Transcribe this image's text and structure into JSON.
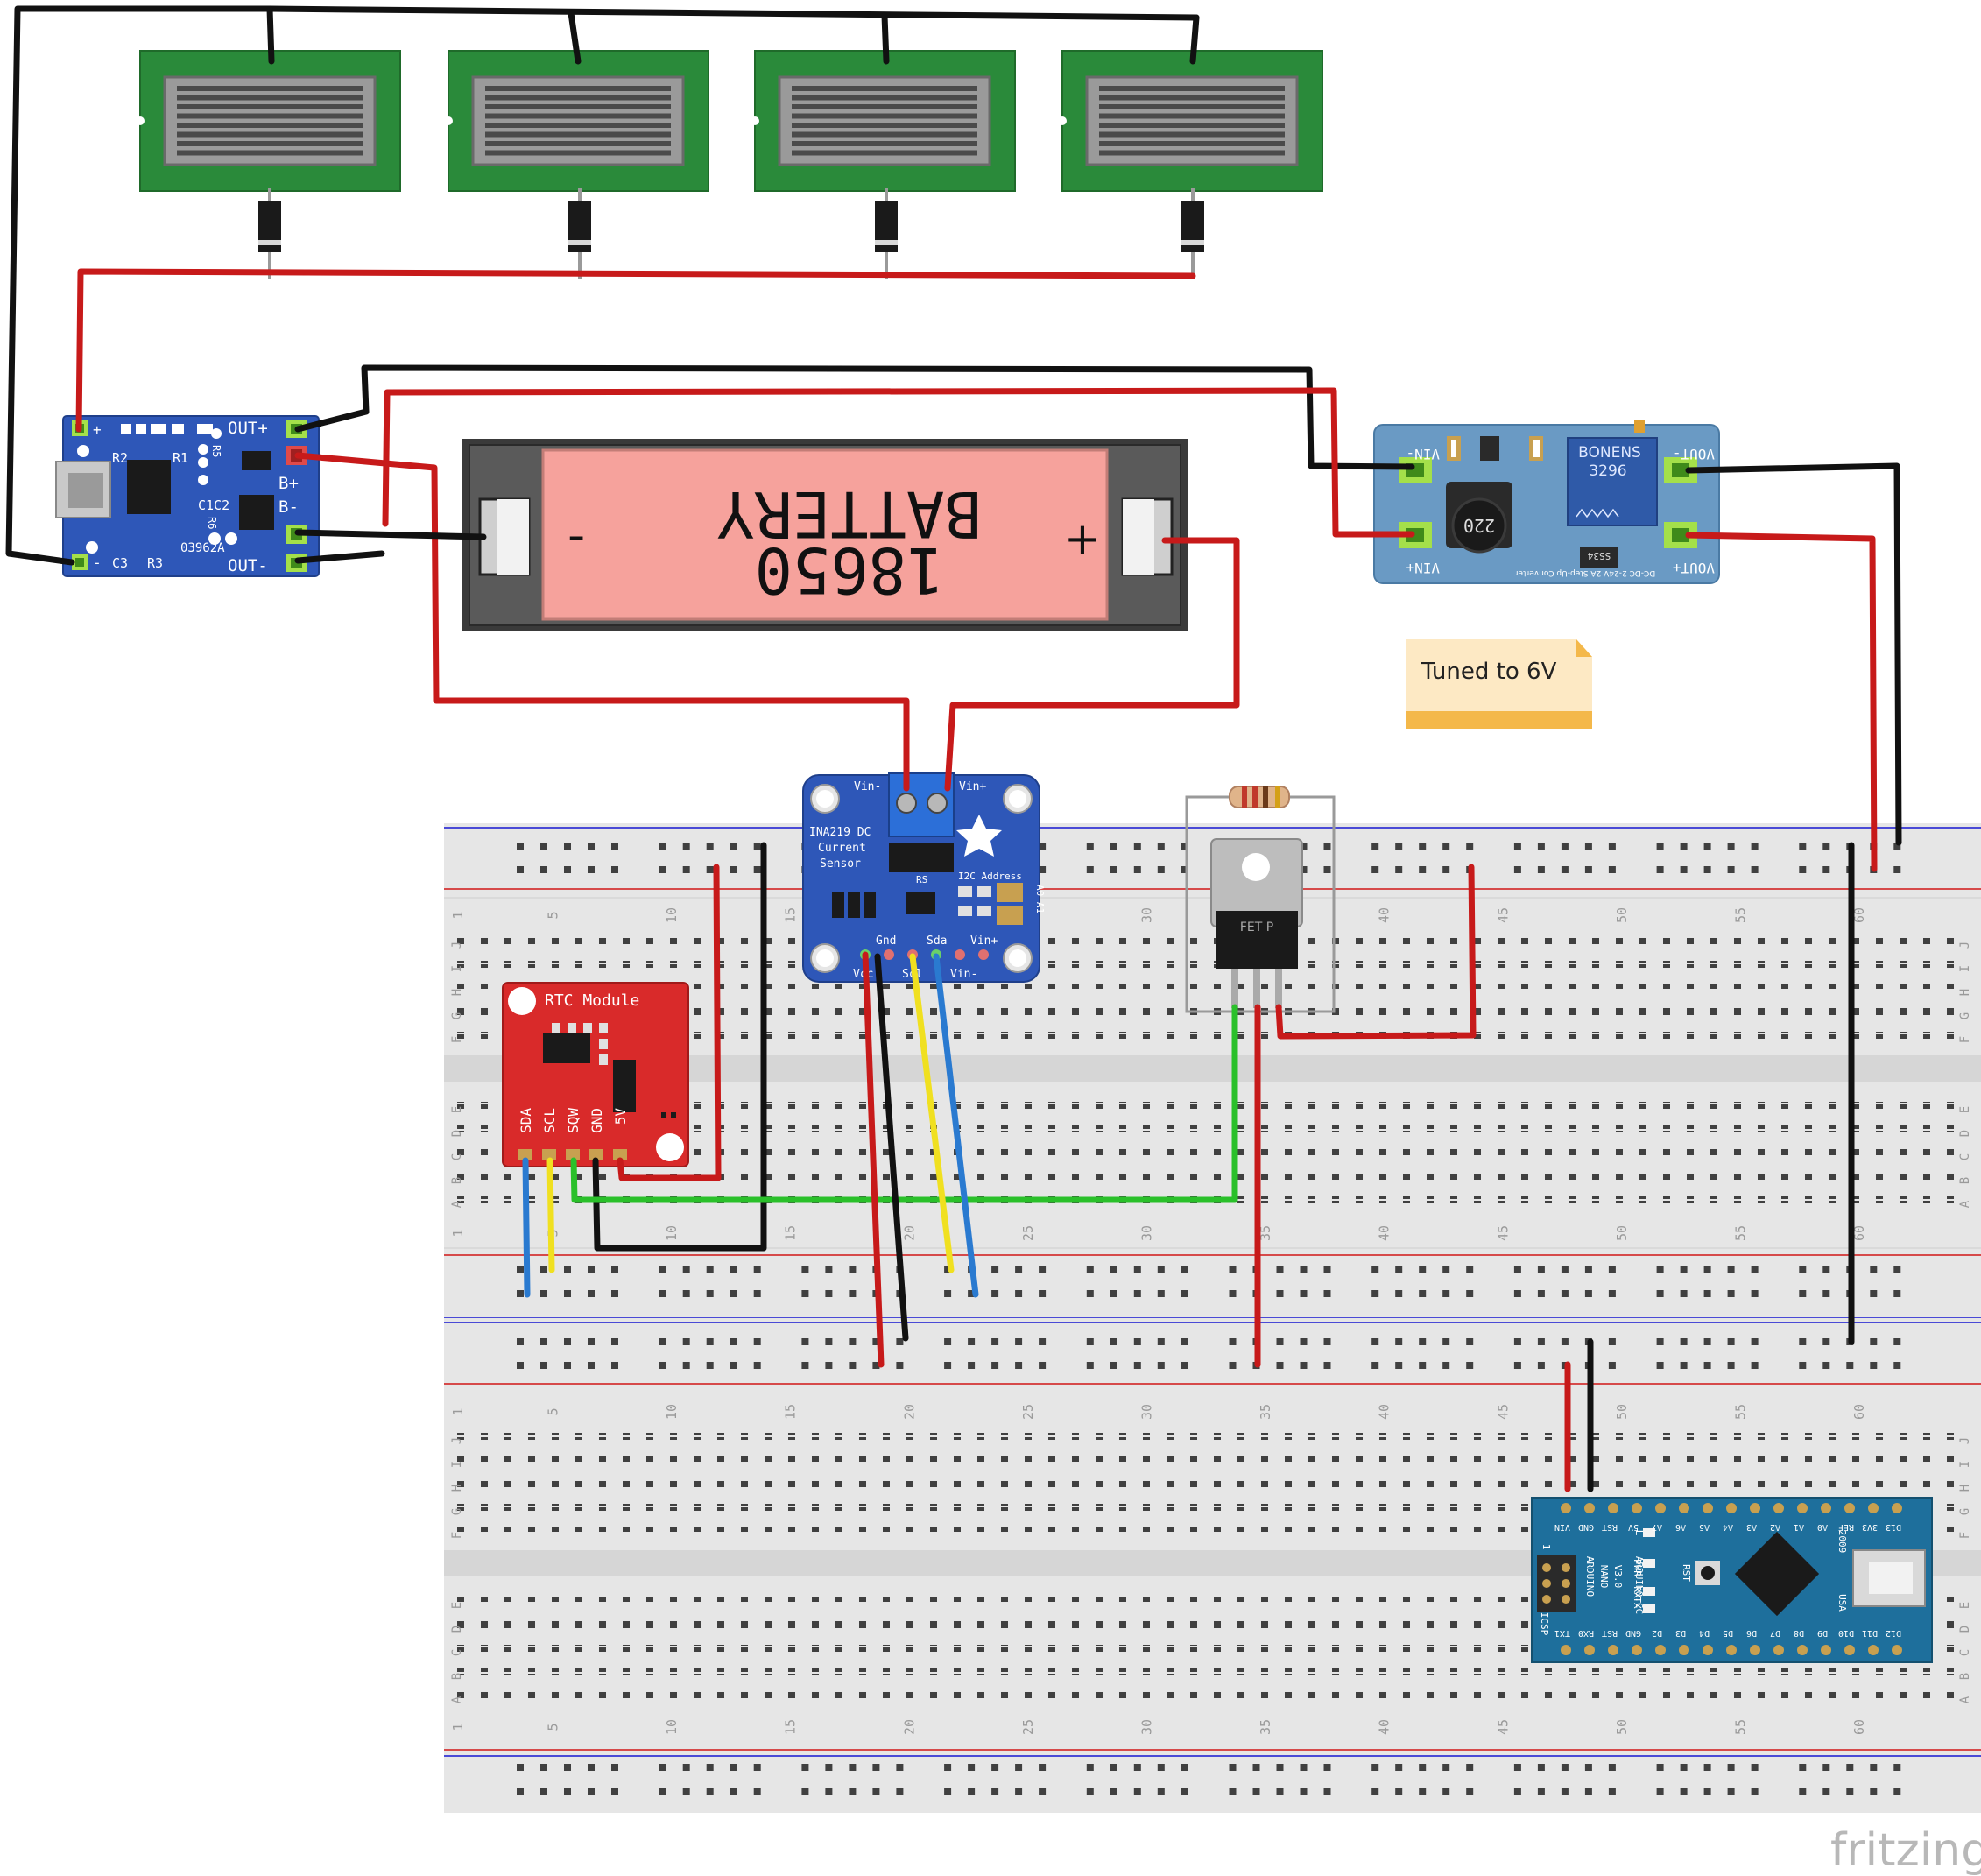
{
  "watermark": "fritzing",
  "note": {
    "text": "Tuned to 6V"
  },
  "battery": {
    "label_top": "BATTERY",
    "label_bottom": "18650",
    "minus": "-",
    "plus": "+"
  },
  "charger": {
    "labels": [
      "+",
      "OUT+",
      "R2",
      "R1",
      "R5",
      "B+",
      "B-",
      "C1C2",
      "R6",
      "03962A",
      "-",
      "C3",
      "R3",
      "OUT-"
    ]
  },
  "boost": {
    "vin_minus": "VIN-",
    "vin_plus": "VIN+",
    "vout_minus": "VOUT-",
    "vout_plus": "VOUT+",
    "brand": "BONENS",
    "model": "3296",
    "inductor": "220",
    "diode": "SS34",
    "desc": "DC-DC 2-24V 2A Step-Up Converter"
  },
  "ina219": {
    "vin_minus": "Vin-",
    "vin_plus": "Vin+",
    "title1": "INA219 DC",
    "title2": "Current",
    "title3": "Sensor",
    "rs": "RS",
    "i2c": "I2C Address",
    "a0a1": "A0 A1",
    "pins_top": [
      "Gnd",
      "Sda",
      "Vin+"
    ],
    "pins_bottom": [
      "Vcc",
      "Scl",
      "Vin-"
    ]
  },
  "rtc": {
    "title": "RTC Module",
    "pins": [
      "SDA",
      "SCL",
      "SQW",
      "GND",
      "5V"
    ]
  },
  "fet": {
    "label": "FET P"
  },
  "nano": {
    "top_pins": [
      "D12",
      "D11",
      "D10",
      "D9",
      "D8",
      "D7",
      "D6",
      "D5",
      "D4",
      "D3",
      "D2",
      "GND",
      "RST",
      "RX0",
      "TX1"
    ],
    "bottom_pins": [
      "D13",
      "3V3",
      "REF",
      "A0",
      "A1",
      "A2",
      "A3",
      "A4",
      "A5",
      "A6",
      "A7",
      "5V",
      "RST",
      "GND",
      "VIN"
    ],
    "labels": [
      "ARDUINO",
      "NANO",
      "V3.0",
      "ARDUINO.CC",
      "ICSP",
      "2009",
      "USA",
      "RST",
      "PWR",
      "TX",
      "RX",
      "L",
      "1"
    ]
  },
  "breadboard": {
    "row_letters_top": [
      "J",
      "I",
      "H",
      "G",
      "F"
    ],
    "row_letters_bottom": [
      "E",
      "D",
      "C",
      "B",
      "A"
    ],
    "column_numbers": [
      "1",
      "5",
      "10",
      "15",
      "20",
      "25",
      "30",
      "35",
      "40",
      "45",
      "50",
      "55",
      "60"
    ]
  }
}
